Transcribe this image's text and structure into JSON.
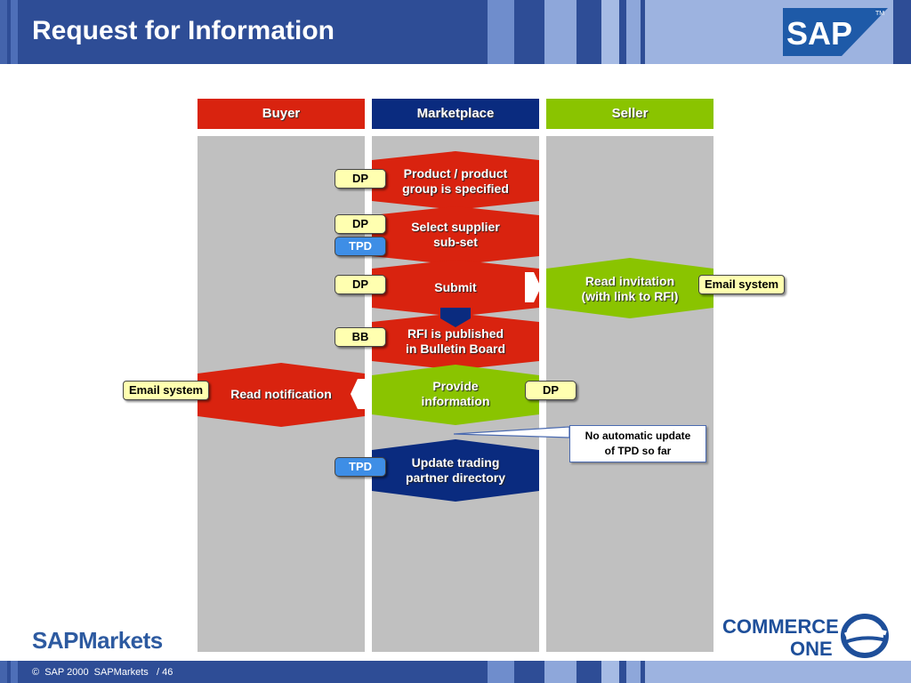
{
  "header": {
    "title": "Request for Information",
    "sap_logo_text": "SAP",
    "tm": "TM"
  },
  "lanes": [
    {
      "label": "Buyer",
      "color": "#d9230f"
    },
    {
      "label": "Marketplace",
      "color": "#0a2b7f"
    },
    {
      "label": "Seller",
      "color": "#8ac400"
    }
  ],
  "steps": {
    "product": "Product / product\ngroup is specified",
    "select": "Select supplier\nsub-set",
    "submit": "Submit",
    "read_invitation": "Read invitation\n(with link to RFI)",
    "rfi_published": "RFI is published\nin Bulletin Board",
    "provide_info": "Provide\ninformation",
    "read_notification": "Read notification",
    "update_tpd": "Update trading\npartner directory"
  },
  "tags": {
    "dp1": "DP",
    "dp2": "DP",
    "tpd1": "TPD",
    "dp3": "DP",
    "bb": "BB",
    "dp4": "DP",
    "tpd2": "TPD"
  },
  "systems": {
    "seller_email": "Email system",
    "buyer_email": "Email system"
  },
  "note": "No automatic update\nof TPD so far",
  "footer": {
    "text": "©  SAP 2000  SAPMarkets   / 46"
  },
  "logos": {
    "sapmarkets": "SAPMarkets",
    "commerce_one_line1": "COMMERCE",
    "commerce_one_line2": "ONE"
  },
  "colors": {
    "red": "#d9230f",
    "navy": "#0a2b7f",
    "green": "#8ac400",
    "header": "#2e4d96",
    "lane_bg": "#c0c0c0"
  }
}
